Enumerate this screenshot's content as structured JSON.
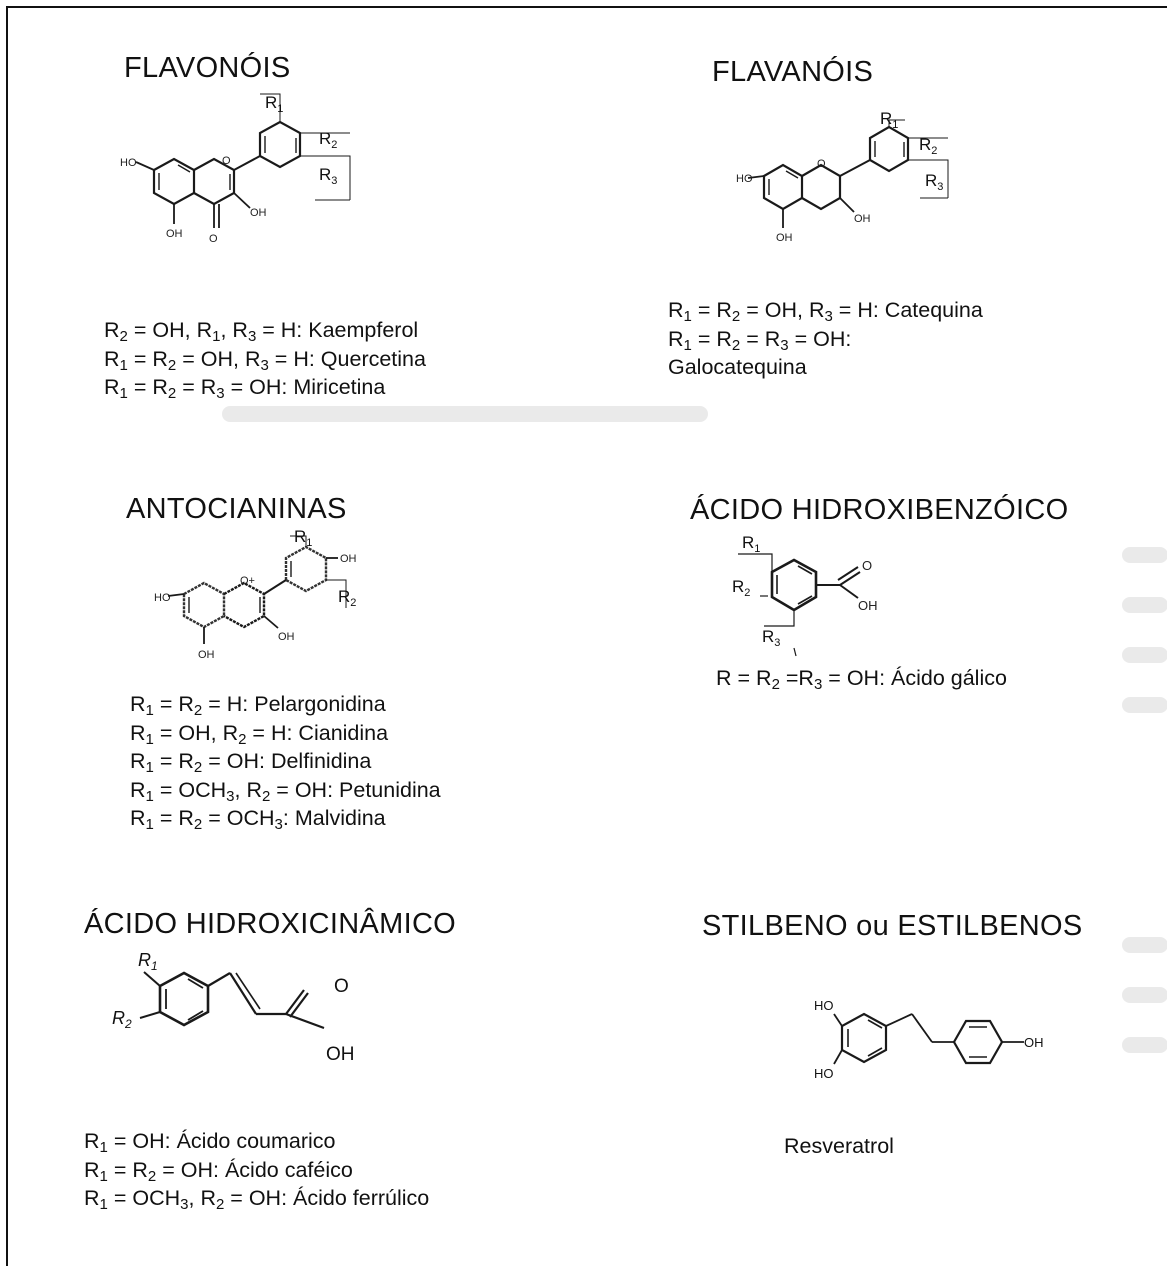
{
  "sections": {
    "flavonols": {
      "title": "FLAVONÓIS",
      "lines": [
        [
          "R",
          "2",
          " = OH, R",
          "1",
          ", R",
          "3",
          " = H: Kaempferol"
        ],
        [
          "R",
          "1",
          " = R",
          "2",
          " = OH, R",
          "3",
          " = H: Quercetina"
        ],
        [
          "R",
          "1",
          " = R",
          "2",
          " = R",
          "3",
          " = OH: Miricetina"
        ]
      ]
    },
    "flavanols": {
      "title": "FLAVANÓIS",
      "lines": [
        [
          "R",
          "1",
          " = R",
          "2",
          " = OH, R",
          "3",
          " = H: Catequina"
        ],
        [
          "R",
          "1",
          " = R",
          "2",
          " = R",
          "3",
          " = OH:"
        ],
        [
          "Galocatequina"
        ]
      ]
    },
    "anthocyanins": {
      "title": "ANTOCIANINAS",
      "lines": [
        [
          "R",
          "1",
          " = R",
          "2",
          " = H: Pelargonidina"
        ],
        [
          "R",
          "1",
          " = OH, R",
          "2",
          " = H: Cianidina"
        ],
        [
          "R",
          "1",
          " = R",
          "2",
          " = OH: Delfinidina"
        ],
        [
          "R",
          "1",
          " = OCH",
          "3",
          ", R",
          "2",
          " = OH: Petunidina"
        ],
        [
          "R",
          "1",
          " = R",
          "2",
          " = OCH",
          "3",
          ": Malvidina"
        ]
      ]
    },
    "hydroxybenzoic": {
      "title": "ÁCIDO HIDROXIBENZÓICO",
      "lines": [
        [
          "R = R",
          "2",
          " =R",
          "3",
          " = OH: Ácido gálico"
        ]
      ]
    },
    "hydroxycinnamic": {
      "title": "ÁCIDO HIDROXICINÂMICO",
      "lines": [
        [
          "R",
          "1",
          " = OH: Ácido coumarico"
        ],
        [
          "R",
          "1",
          " = R",
          "2",
          " = OH: Ácido caféico"
        ],
        [
          "R",
          "1",
          " = OCH",
          "3",
          ", R",
          "2",
          " = OH: Ácido ferrúlico"
        ]
      ]
    },
    "stilbenes": {
      "title": "STILBENO ou ESTILBENOS",
      "lines": [
        [
          "Resveratrol"
        ]
      ]
    }
  },
  "structure_labels": {
    "r": "R",
    "n1": "1",
    "n2": "2",
    "n3": "3",
    "ho": "HO",
    "oh": "OH",
    "o": "O",
    "o_plus": "O+"
  }
}
